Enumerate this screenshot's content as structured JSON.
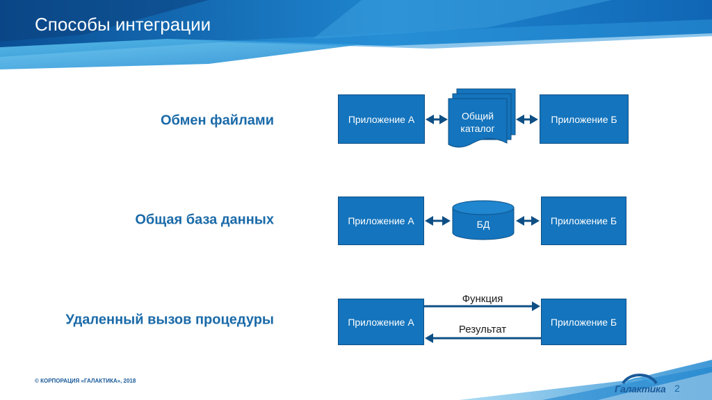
{
  "slide": {
    "title": "Способы интеграции",
    "footer": "© КОРПОРАЦИЯ «ГАЛАКТИКА», 2018",
    "page_number": "2",
    "logo_text": "Галактика",
    "colors": {
      "box_fill": "#1474bd",
      "label_text": "#1a6aa8",
      "arrow": "#0e4f85"
    }
  },
  "rows": [
    {
      "label": "Обмен файлами",
      "left_box": "Приложение А",
      "middle": {
        "shape": "multi-document",
        "text": "Общий\nкаталог"
      },
      "right_box": "Приложение Б",
      "connection": "bidirectional"
    },
    {
      "label": "Общая база данных",
      "left_box": "Приложение А",
      "middle": {
        "shape": "database-cylinder",
        "text": "БД"
      },
      "right_box": "Приложение Б",
      "connection": "bidirectional"
    },
    {
      "label": "Удаленный вызов процедуры",
      "left_box": "Приложение А",
      "right_box": "Приложение Б",
      "forward_label": "Функция",
      "return_label": "Результат"
    }
  ]
}
